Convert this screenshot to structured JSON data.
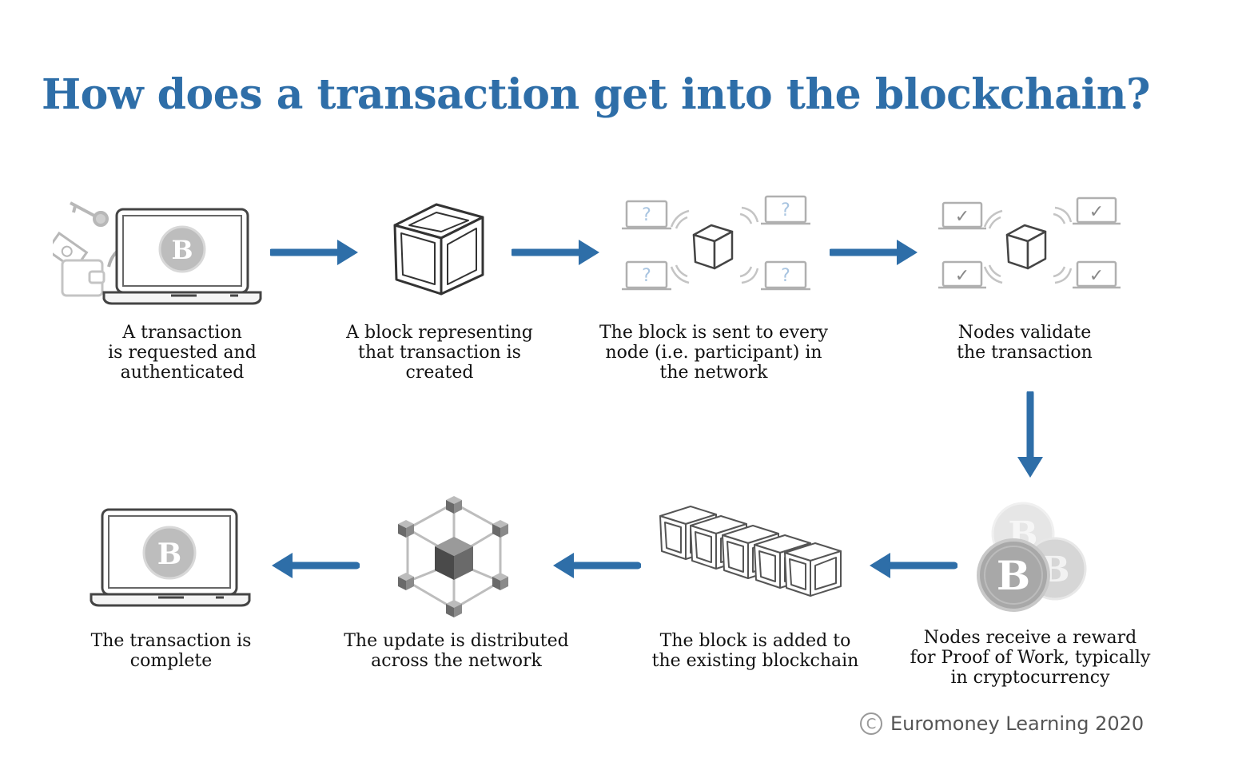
{
  "title": "How does a transaction get into the blockchain?",
  "steps": [
    {
      "caption": "A transaction\nis requested and\nauthenticated",
      "icon": "laptop-bitcoin-wallet-icon"
    },
    {
      "caption": "A block representing\nthat transaction is\ncreated",
      "icon": "block-cube-icon"
    },
    {
      "caption": "The block is sent to every\nnode (i.e. participant) in\nthe network",
      "icon": "network-nodes-question-icon"
    },
    {
      "caption": "Nodes validate\nthe transaction",
      "icon": "network-nodes-check-icon"
    },
    {
      "caption": "Nodes receive a reward\nfor Proof of Work, typically\nin cryptocurrency",
      "icon": "bitcoin-coins-icon"
    },
    {
      "caption": "The block is added to\nthe existing blockchain",
      "icon": "blockchain-icon"
    },
    {
      "caption": "The update is distributed\nacross the network",
      "icon": "distributed-network-icon"
    },
    {
      "caption": "The transaction is\ncomplete",
      "icon": "laptop-bitcoin-icon"
    }
  ],
  "credit": {
    "symbol": "C",
    "text": "Euromoney Learning 2020"
  },
  "colors": {
    "title": "#2e6ea8",
    "arrow": "#2e6ea8",
    "icon_stroke": "#444444",
    "icon_gray": "#b0b0b0"
  },
  "icons": {
    "bitcoin": "B",
    "question": "?",
    "check": "✓"
  }
}
